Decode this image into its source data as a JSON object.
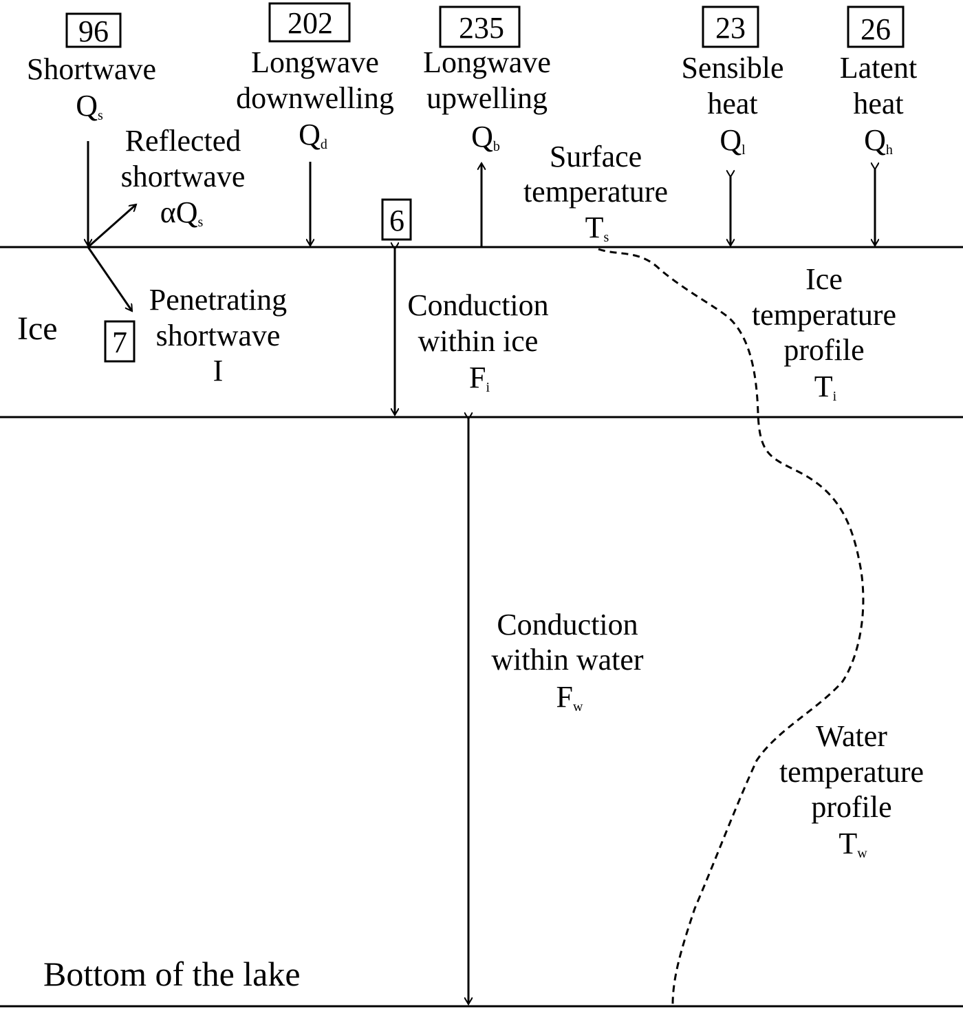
{
  "values": {
    "shortwave": "96",
    "longwave_down": "202",
    "longwave_up": "235",
    "sensible": "23",
    "latent": "26",
    "conduction_ice": "6",
    "penetrating": "7"
  },
  "labels": {
    "shortwave": {
      "line1": "Shortwave",
      "sym": "Q",
      "sub": "s"
    },
    "longwave_down": {
      "line1": "Longwave",
      "line2": "downwelling",
      "sym": "Q",
      "sub": "d"
    },
    "longwave_up": {
      "line1": "Longwave",
      "line2": "upwelling",
      "sym": "Q",
      "sub": "b"
    },
    "sensible": {
      "line1": "Sensible",
      "line2": "heat",
      "sym": "Q",
      "sub": "l"
    },
    "latent": {
      "line1": "Latent",
      "line2": "heat",
      "sym": "Q",
      "sub": "h"
    },
    "reflected": {
      "line1": "Reflected",
      "line2": "shortwave",
      "sym": "αQ",
      "sub": "s"
    },
    "surface_temp": {
      "line1": "Surface",
      "line2": "temperature",
      "sym": "T",
      "sub": "s"
    },
    "penetrating": {
      "line1": "Penetrating",
      "line2": "shortwave",
      "sym": "I"
    },
    "conduction_ice": {
      "line1": "Conduction",
      "line2": "within ice",
      "sym": "F",
      "sub": "i"
    },
    "ice_profile": {
      "line1": "Ice",
      "line2": "temperature",
      "line3": "profile",
      "sym": "T",
      "sub": "i"
    },
    "conduction_water": {
      "line1": "Conduction",
      "line2": "within water",
      "sym": "F",
      "sub": "w"
    },
    "water_profile": {
      "line1": "Water",
      "line2": "temperature",
      "line3": "profile",
      "sym": "T",
      "sub": "w"
    },
    "ice": "Ice",
    "bottom": "Bottom of the lake"
  }
}
